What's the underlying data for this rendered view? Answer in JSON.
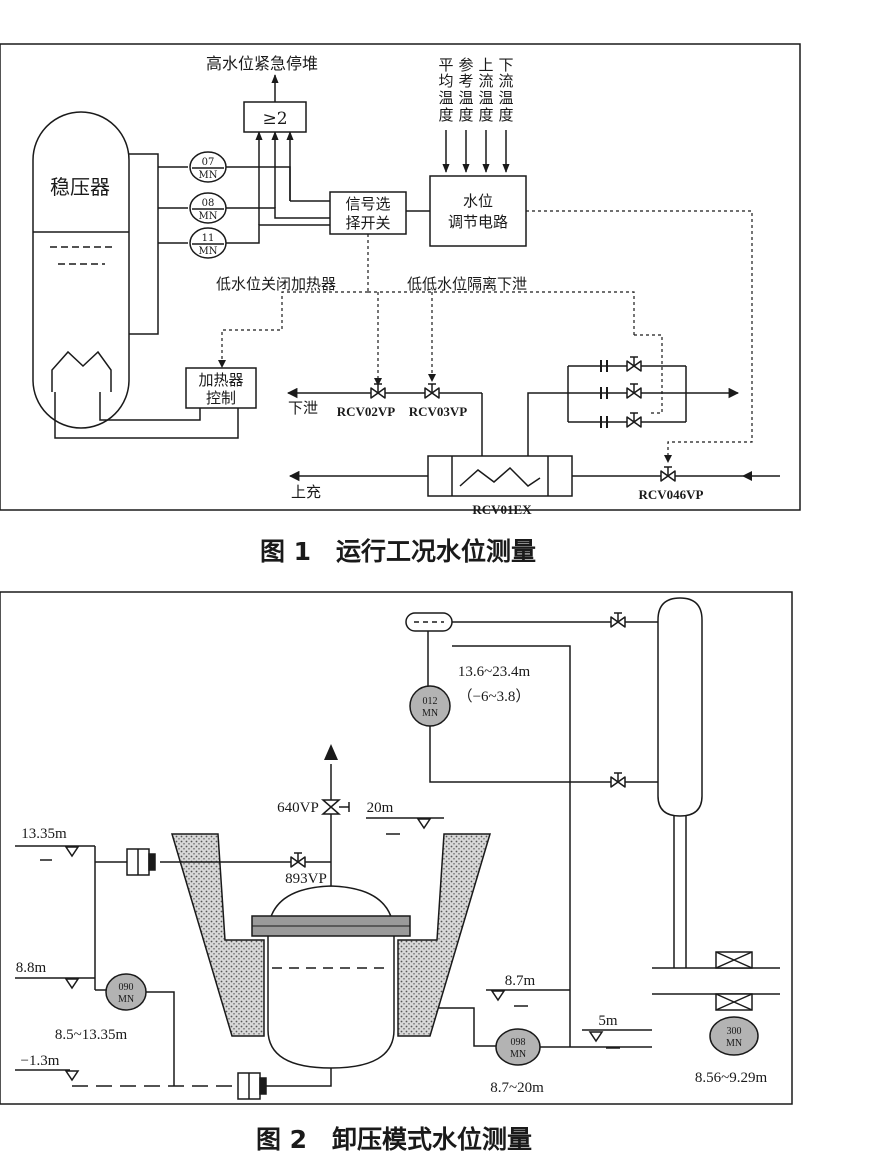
{
  "figure1": {
    "caption": "图 1　运行工况水位测量",
    "pressurizer_label": "稳压器",
    "trip_label": "高水位紧急停堆",
    "logic_label": "≥2",
    "sensors": [
      {
        "top": "07",
        "bottom": "MN"
      },
      {
        "top": "08",
        "bottom": "MN"
      },
      {
        "top": "11",
        "bottom": "MN"
      }
    ],
    "selector_line1": "信号选",
    "selector_line2": "择开关",
    "controller_line1": "水位",
    "controller_line2": "调节电路",
    "temp_inputs": [
      {
        "c1": "平",
        "c2": "均",
        "c3": "温",
        "c4": "度"
      },
      {
        "c1": "参",
        "c2": "考",
        "c3": "温",
        "c4": "度"
      },
      {
        "c1": "上",
        "c2": "流",
        "c3": "温",
        "c4": "度"
      },
      {
        "c1": "下",
        "c2": "流",
        "c3": "温",
        "c4": "度"
      }
    ],
    "low_level_heater": "低水位关闭加热器",
    "low_low_isolation": "低低水位隔离下泄",
    "heater_line1": "加热器",
    "heater_line2": "控制",
    "letdown": "下泄",
    "charging": "上充",
    "valve_02": "RCV02VP",
    "valve_03": "RCV03VP",
    "heat_exchanger": "RCV01EX",
    "valve_046": "RCV046VP"
  },
  "figure2": {
    "caption": "图 2　卸压模式水位测量",
    "valve_640": "640VP",
    "valve_893": "893VP",
    "level_20": "20m",
    "level_1335": "13.35m",
    "level_88": "8.8m",
    "level_m13": "−1.3m",
    "level_87": "8.7m",
    "level_5": "5m",
    "sensor_012": {
      "top": "012",
      "bottom": "MN"
    },
    "range_012": "13.6~23.4m",
    "range_012_alt": "（−6~3.8）",
    "sensor_090": {
      "top": "090",
      "bottom": "MN"
    },
    "range_090": "8.5~13.35m",
    "sensor_098": {
      "top": "098",
      "bottom": "MN"
    },
    "range_098": "8.7~20m",
    "sensor_300": {
      "top": "300",
      "bottom": "MN"
    },
    "range_300": "8.56~9.29m"
  },
  "colors": {
    "line": "#1a1a1a",
    "sensor_fill_fig2": "#b3b3b3",
    "dot_fill": "#9a9a9a"
  }
}
